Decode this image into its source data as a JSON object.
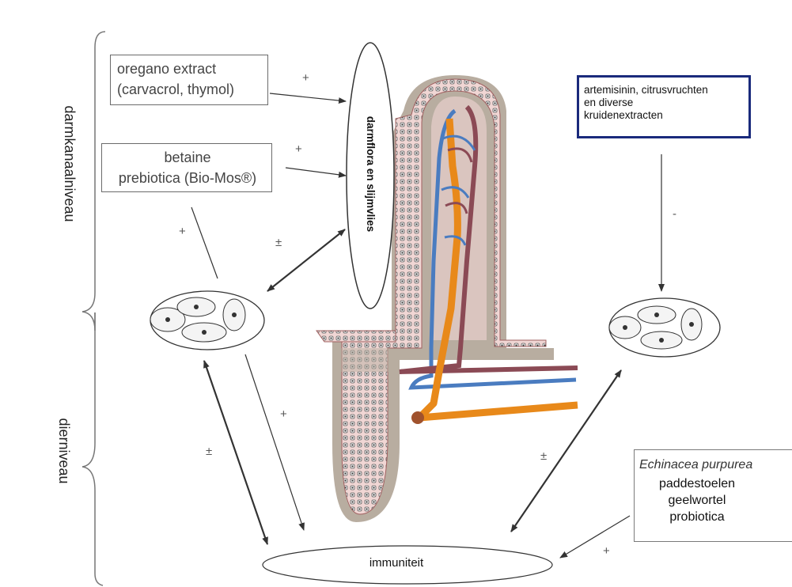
{
  "levels": {
    "gut": "darmkanaalniveau",
    "animal": "dierniveau"
  },
  "boxes": {
    "oregano": [
      "oregano extract",
      "(carvacrol, thymol)"
    ],
    "betaine": [
      "betaine",
      "prebiotica (Bio-Mos®)"
    ],
    "artemisinin": [
      "artemisinin, citrusvruchten",
      "en diverse",
      "kruidenextracten"
    ],
    "echinacea": {
      "title": "Echinacea purpurea",
      "items": [
        "paddestoelen",
        "geelwortel",
        "probiotica"
      ]
    }
  },
  "nodes": {
    "gut_flora": "darmflora en slijmvlies",
    "immunity": "immuniteit"
  },
  "signs": {
    "oregano_to_flora": "+",
    "betaine_to_flora": "+",
    "betaine_to_parasite": "+",
    "parasite_flora": "±",
    "parasite_immunity_double": "±",
    "parasite_to_immunity": "+",
    "artemisinin_to_parasite": "-",
    "parasite_right_immunity": "±",
    "echinacea_to_immunity": "+"
  },
  "colors": {
    "frame_blue": "#1a2a7c",
    "artery": "#e8891a",
    "vein_red": "#8b4a55",
    "vein_blue": "#4a7cc0",
    "villus_fill": "#f0d6d4",
    "villus_core": "#b8ada0"
  }
}
